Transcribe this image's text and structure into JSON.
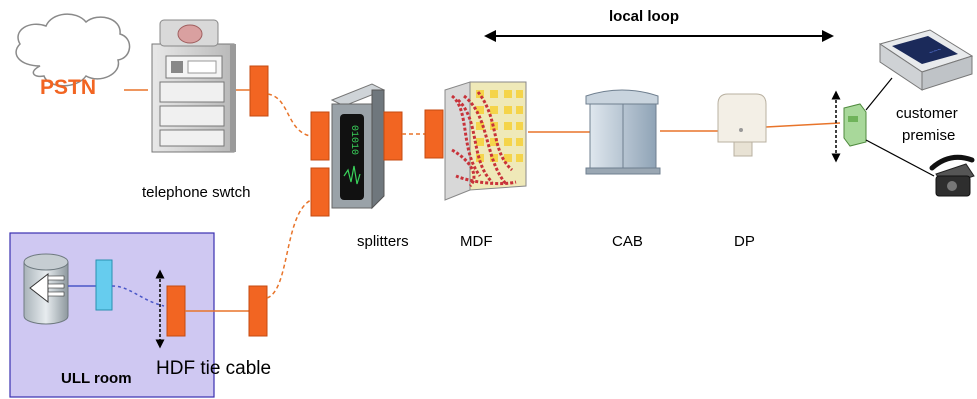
{
  "colors": {
    "connector": "#f26522",
    "line": "#e8742a",
    "dashed_copper": "#e8742a",
    "dashed_blue": "#4a57c8",
    "ull_room_fill": "#cfc8f2",
    "ull_room_border": "#3a2fb0",
    "pstn_text": "#f26522",
    "cloud_stroke": "#8a8a8a",
    "nte_green": "#a8d89a",
    "blue_connector": "#66ccee"
  },
  "labels": {
    "pstn": "PSTN",
    "local_loop": "local loop",
    "telephone_switch": "telephone swtch",
    "splitters": "splitters",
    "mdf": "MDF",
    "cab": "CAB",
    "dp": "DP",
    "customer_premise_1": "customer",
    "customer_premise_2": "premise",
    "ull_room": "ULL room",
    "hdf_tie_cable": "HDF tie cable"
  },
  "splitter_display": {
    "digits": "01010"
  },
  "icons": {
    "cloud": "cloud-icon",
    "telephone_switch": "server-rack-icon",
    "splitter": "splitter-device-icon",
    "mdf": "distribution-frame-icon",
    "cab": "street-cabinet-icon",
    "dp": "distribution-point-icon",
    "nte": "network-termination-icon",
    "modem": "modem-icon",
    "phone": "telephone-icon",
    "database": "database-icon"
  }
}
